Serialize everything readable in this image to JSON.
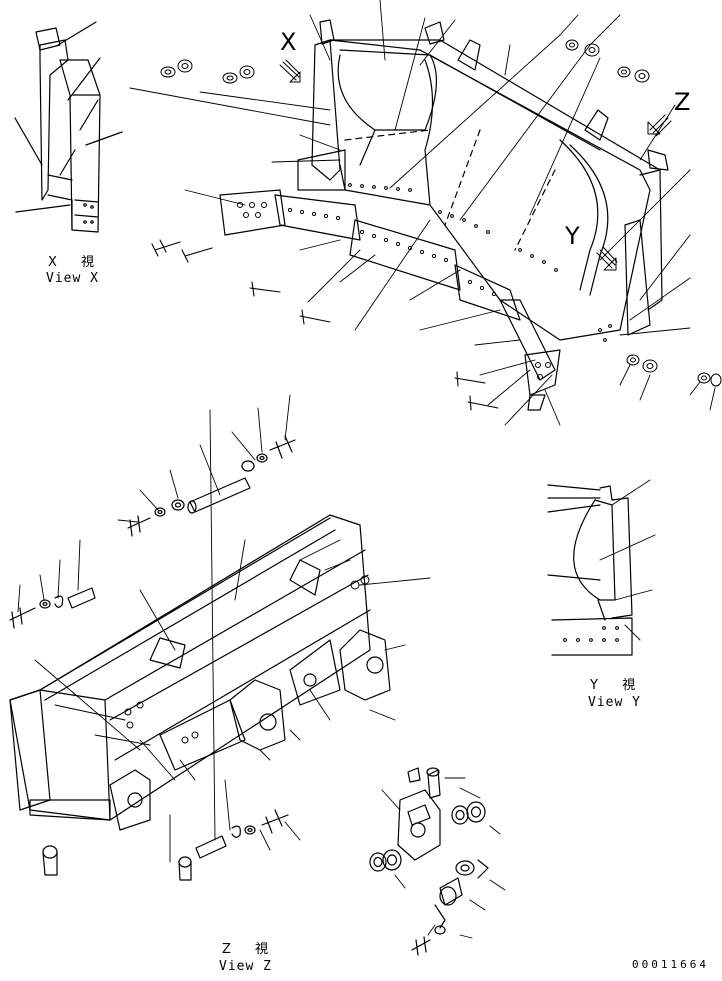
{
  "views": {
    "x": {
      "letter": "X",
      "caption_jp": "X 視",
      "caption_en": "View X"
    },
    "y": {
      "letter": "Y",
      "caption_jp": "Y 視",
      "caption_en": "View Y"
    },
    "z": {
      "letter": "Z",
      "caption_jp": "Z 視",
      "caption_en": "View Z"
    }
  },
  "drawing_number": "00011664",
  "colors": {
    "line": "#000000",
    "background": "#ffffff"
  }
}
